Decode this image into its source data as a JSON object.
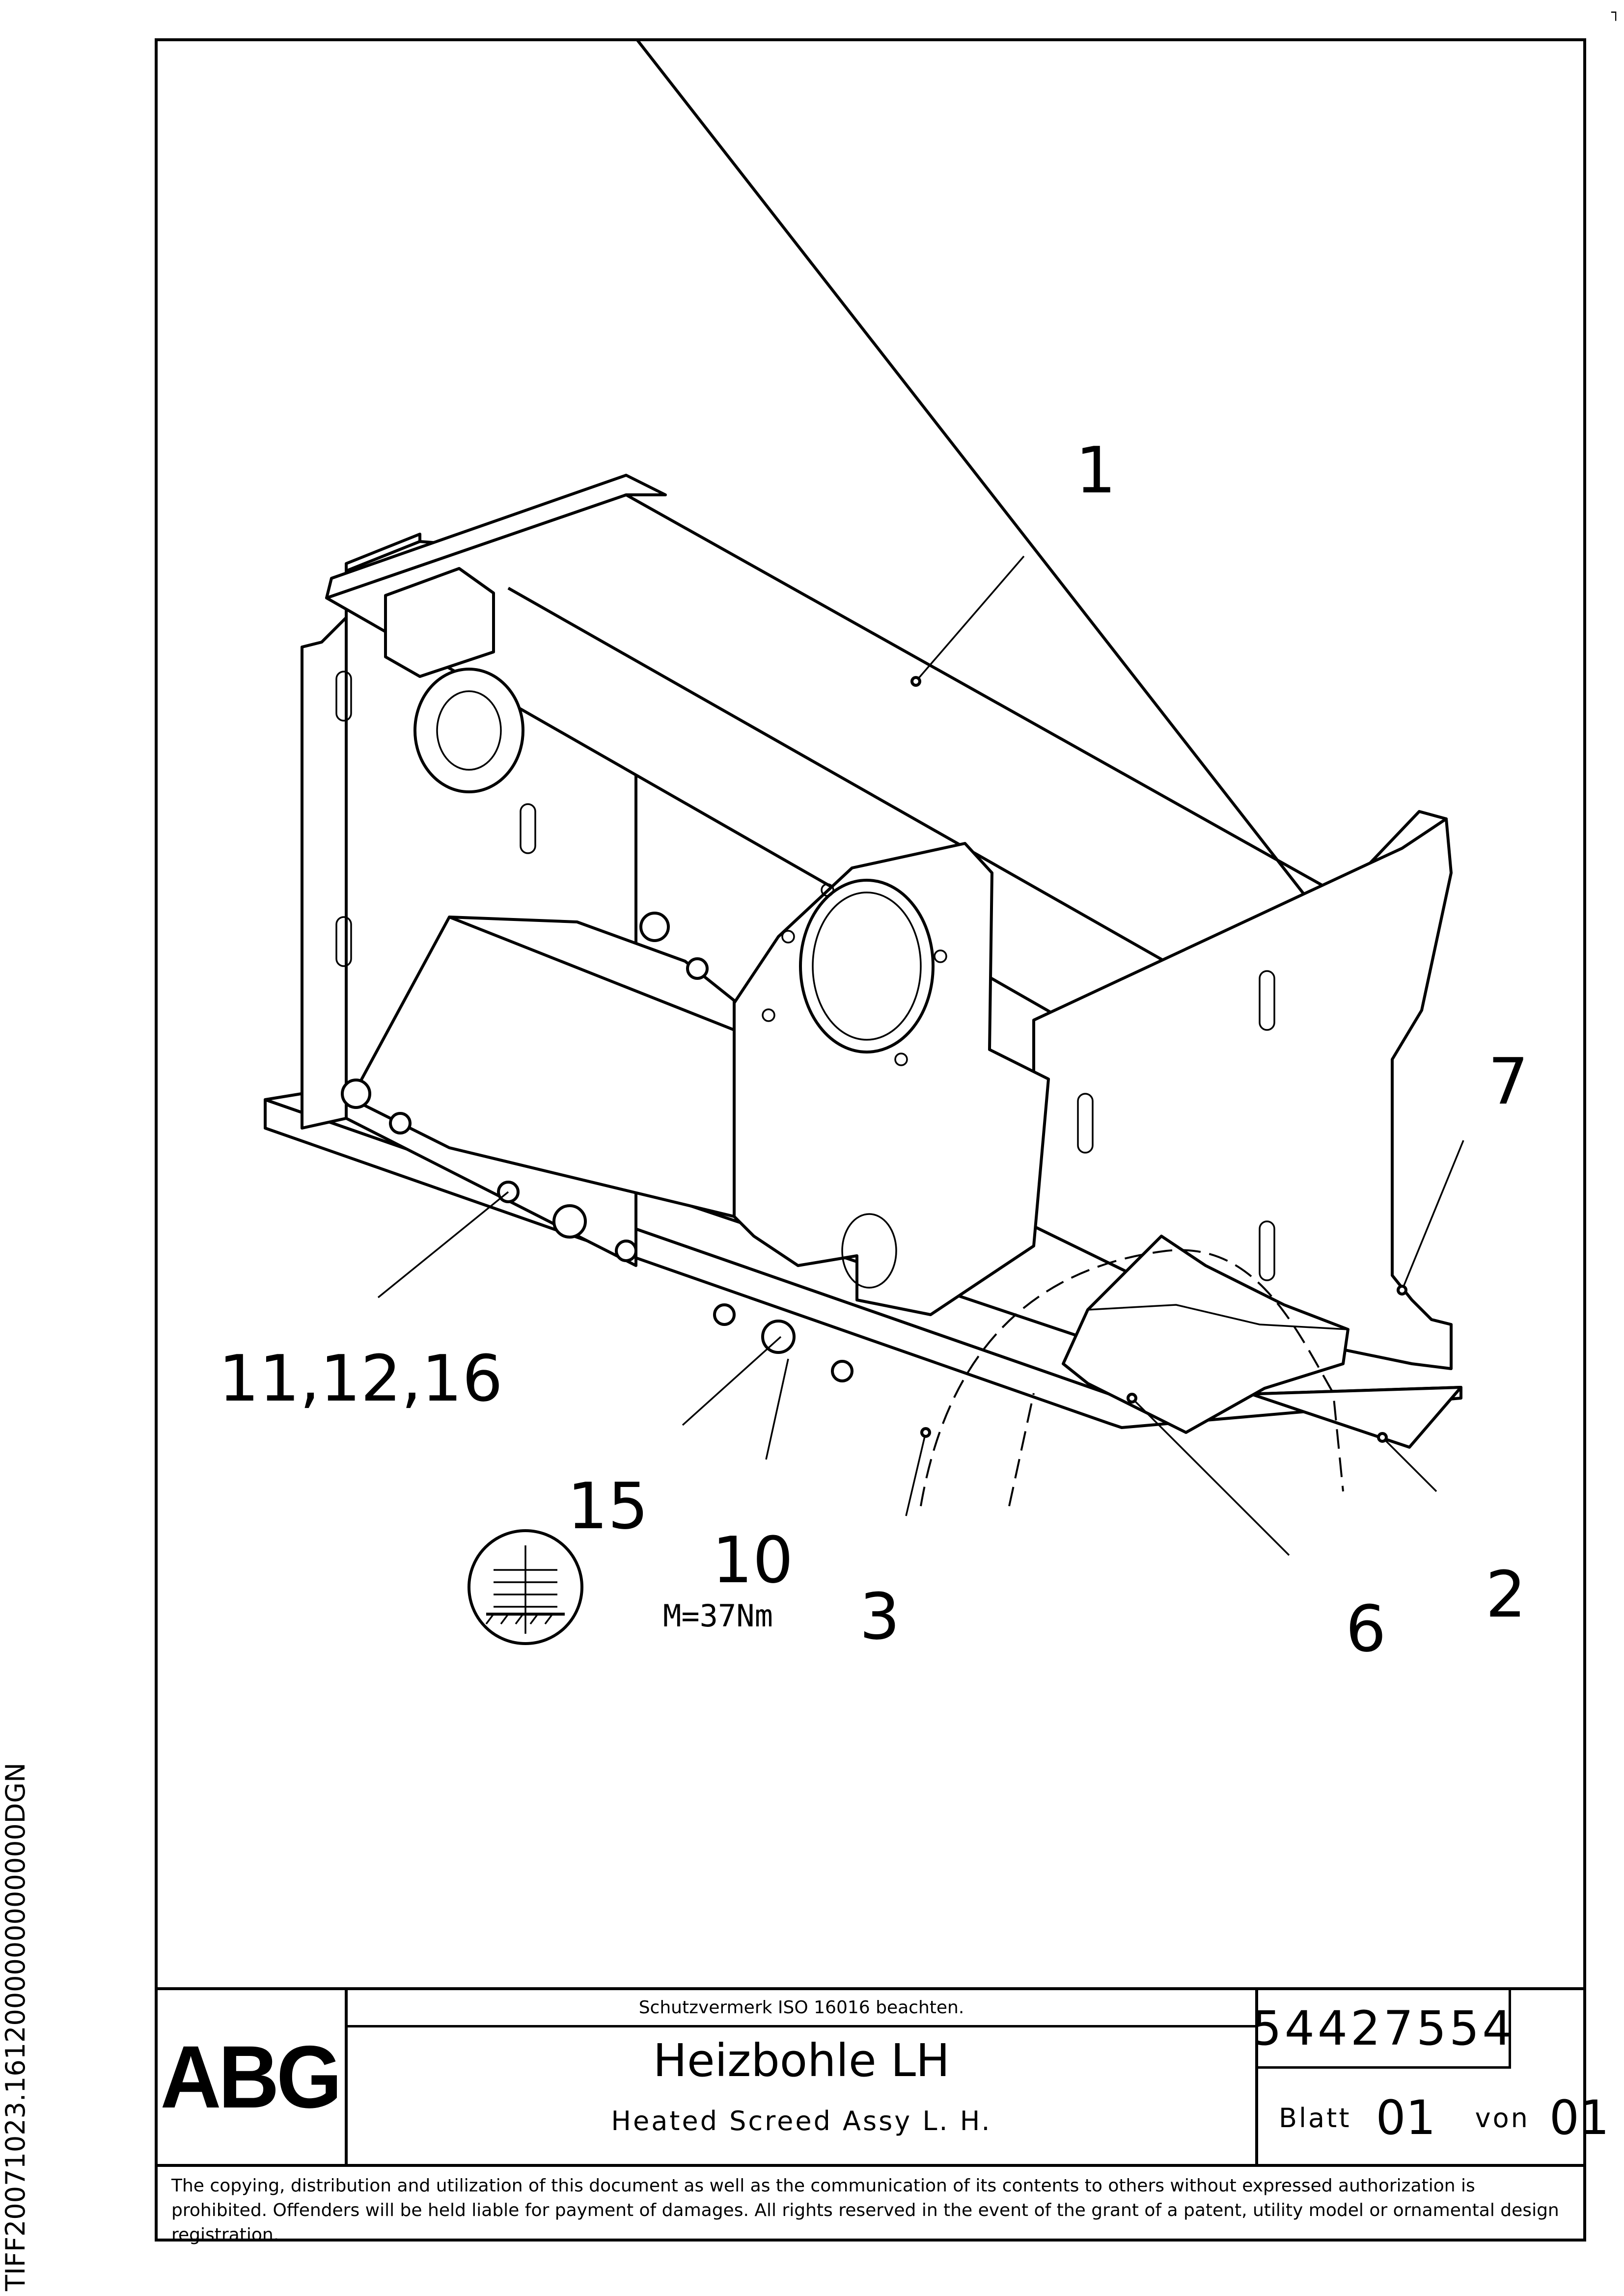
{
  "drawing": {
    "callouts": {
      "c1": "1",
      "c2": "2",
      "c3": "3",
      "c6": "6",
      "c7": "7",
      "c10": "10",
      "c15": "15",
      "c11": "11,12,16"
    },
    "torque": "M=37Nm",
    "symbol": "adhesive-washer-stack-icon"
  },
  "side_code": "TIFF20071023.1612000000000000DGN",
  "title_block": {
    "logo": "ABG",
    "notice": "Schutzvermerk ISO 16016 beachten.",
    "title": "Heizbohle LH",
    "subtitle": "Heated Screed Assy L. H.",
    "part_number": "54427554",
    "sheet_label": "Blatt",
    "sheet_value": "01",
    "of_label": "von",
    "of_value": "01"
  },
  "legal_text": "The copying, distribution and utilization of this document as well as the communication of its contents to others without expressed authorization is prohibited. Offenders will be held liable for payment of damages. All rights reserved in the event of the grant of a patent, utility model or ornamental design registration."
}
